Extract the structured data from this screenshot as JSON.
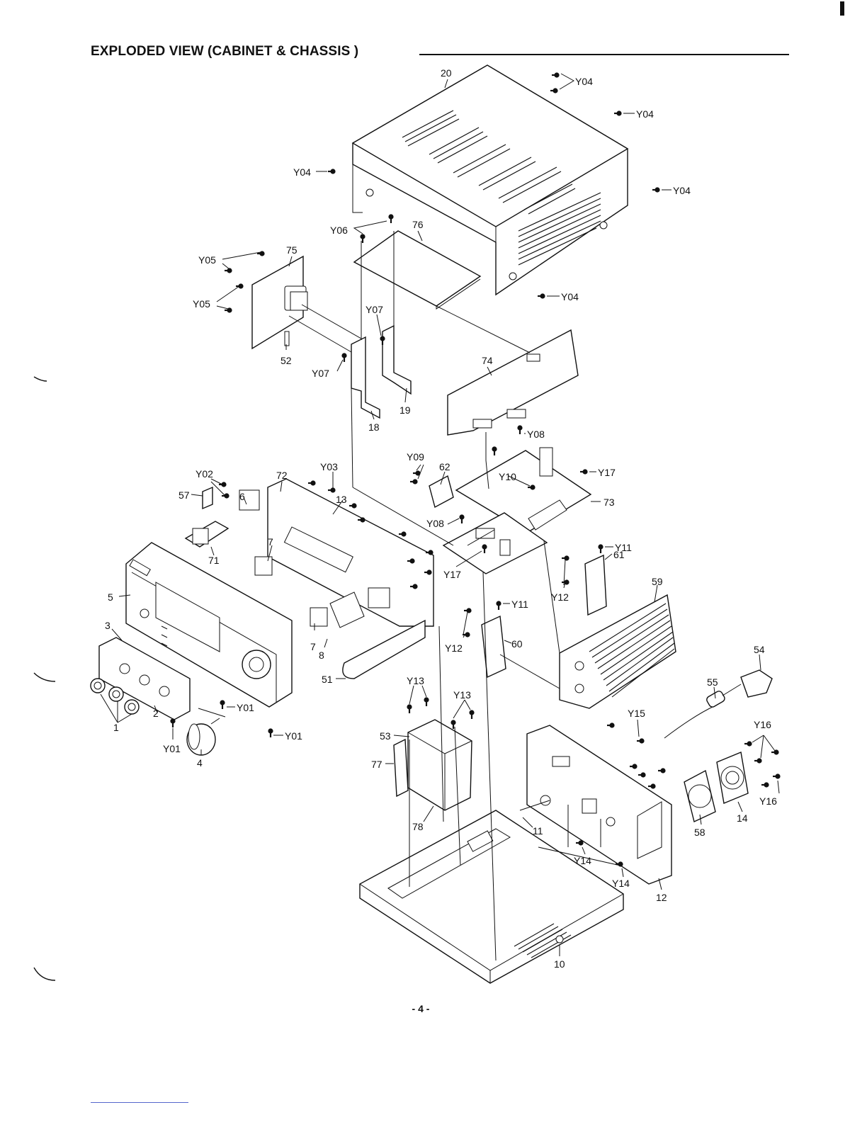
{
  "page": {
    "title": "EXPLODED VIEW (CABINET & CHASSIS )",
    "page_number": "- 4 -"
  },
  "diagram": {
    "labels": {
      "l20": "20",
      "l76": "76",
      "l75": "75",
      "l52": "52",
      "l74": "74",
      "l19": "19",
      "l18": "18",
      "l72": "72",
      "l62": "62",
      "l73": "73",
      "l57": "57",
      "l6": "6",
      "l13": "13",
      "l71": "71",
      "l7a": "7",
      "l7b": "7",
      "l8": "8",
      "l5": "5",
      "l3": "3",
      "l61": "61",
      "l59": "59",
      "l60": "60",
      "l51": "51",
      "l54": "54",
      "l55": "55",
      "l1": "1",
      "l2": "2",
      "l4": "4",
      "l53": "53",
      "l77": "77",
      "l78": "78",
      "l11": "11",
      "l58": "58",
      "l14": "14",
      "l12": "12",
      "l10": "10"
    },
    "screws": {
      "y04a": "Y04",
      "y04b": "Y04",
      "y04c": "Y04",
      "y04d": "Y04",
      "y04e": "Y04",
      "y06": "Y06",
      "y05a": "Y05",
      "y05b": "Y05",
      "y07a": "Y07",
      "y07b": "Y07",
      "y08a": "Y08",
      "y08b": "Y08",
      "y09": "Y09",
      "y10": "Y10",
      "y17a": "Y17",
      "y17b": "Y17",
      "y02": "Y02",
      "y03": "Y03",
      "y11a": "Y11",
      "y11b": "Y11",
      "y12a": "Y12",
      "y12b": "Y12",
      "y13a": "Y13",
      "y13b": "Y13",
      "y15": "Y15",
      "y16a": "Y16",
      "y16b": "Y16",
      "y14a": "Y14",
      "y14b": "Y14",
      "y01a": "Y01",
      "y01b": "Y01",
      "y01c": "Y01"
    }
  }
}
